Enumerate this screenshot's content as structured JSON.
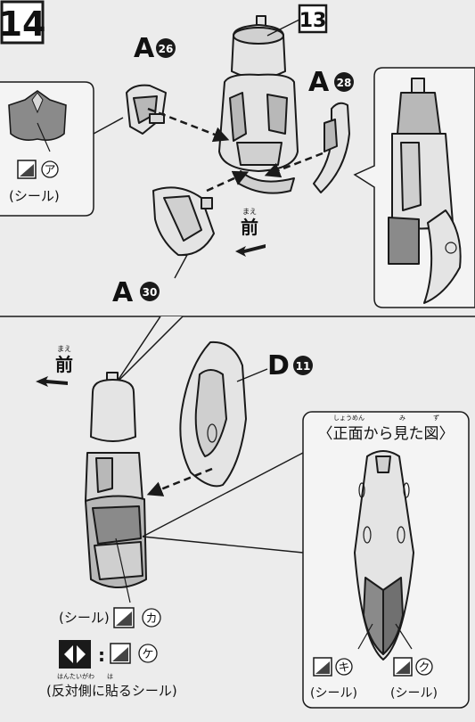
{
  "step": {
    "number": "14"
  },
  "top_panel": {
    "prev_step_ref": "13",
    "part_a26": {
      "letter": "A",
      "number": "26"
    },
    "part_a28": {
      "letter": "A",
      "number": "28"
    },
    "part_a30": {
      "letter": "A",
      "number": "30"
    },
    "front_ruby": "まえ",
    "front_label": "前",
    "sticker_callout": {
      "sticker_id": "ア",
      "sticker_label": "(シール)"
    }
  },
  "bottom_panel": {
    "front_ruby": "まえ",
    "front_label": "前",
    "part_d11": {
      "letter": "D",
      "number": "11"
    },
    "front_view": {
      "title_ruby_1": "しょうめん",
      "title_ruby_2": "み",
      "title_ruby_3": "ず",
      "title": "〈正面から見た図〉",
      "sticker_left_id": "キ",
      "sticker_right_id": "ク",
      "sticker_left_label": "(シール)",
      "sticker_right_label": "(シール)"
    },
    "sticker_main": {
      "label": "(シール)",
      "sticker_id": "カ"
    },
    "sticker_mirror": {
      "colon": ":",
      "sticker_id": "ケ",
      "note_ruby": "はんたいがわ　　は",
      "note": "(反対側に貼るシール)"
    }
  },
  "colors": {
    "background": "#ececec",
    "part_fill": "#e4e4e4",
    "part_shadow": "#b8b8b8",
    "sticker_fill": "#8a8a8a",
    "outline": "#1a1a1a"
  }
}
